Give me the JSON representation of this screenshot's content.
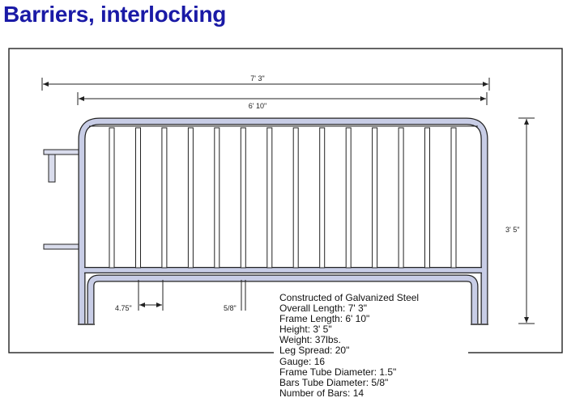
{
  "title": "Barriers, interlocking",
  "dimensions": {
    "overall_length": "7' 3\"",
    "frame_length": "6' 10\"",
    "height": "3' 5\"",
    "bar_spacing": "4.75\"",
    "bar_tube": "5/8\""
  },
  "specs": [
    "Constructed of Galvanized Steel",
    "Overall Length: 7' 3\"",
    "Frame Length: 6' 10\"",
    "Height: 3' 5\"",
    "Weight: 37lbs.",
    "Leg Spread: 20\"",
    "Gauge: 16",
    "Frame Tube Diameter: 1.5\"",
    "Bars Tube Diameter: 5/8\"",
    "Number of Bars: 14"
  ],
  "colors": {
    "title": "#1a1aa6",
    "line": "#222222",
    "tube_fill": "#c8cde6"
  }
}
